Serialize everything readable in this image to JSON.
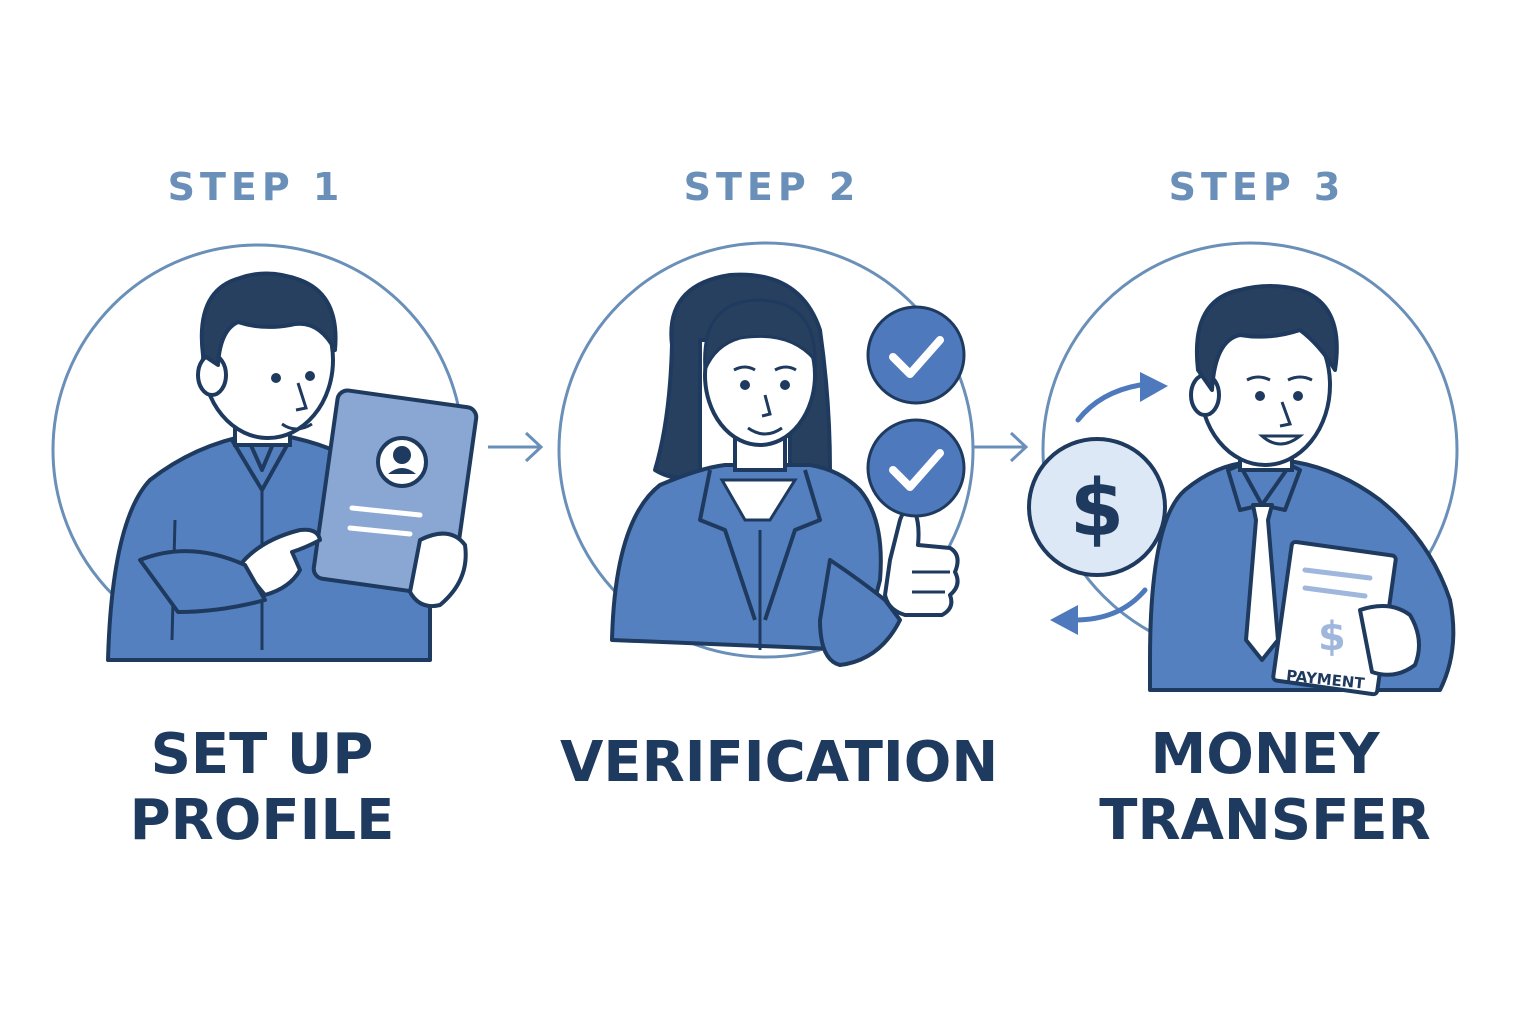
{
  "colors": {
    "navy": "#1f3a5f",
    "accent": "#5580c0",
    "light": "#dde8f7",
    "ring": "#6a8fb8",
    "skin": "#ffffff"
  },
  "steps": [
    {
      "label": "STEP 1",
      "title_line1": "SET UP",
      "title_line2": "PROFILE",
      "icon": "profile-tablet-icon"
    },
    {
      "label": "STEP 2",
      "title_line1": "VERIFICATION",
      "title_line2": "",
      "icon": "checkmark-icon"
    },
    {
      "label": "STEP 3",
      "title_line1": "MONEY",
      "title_line2": "TRANSFER",
      "icon": "dollar-coin-icon",
      "receipt_text": "PAYMENT"
    }
  ]
}
